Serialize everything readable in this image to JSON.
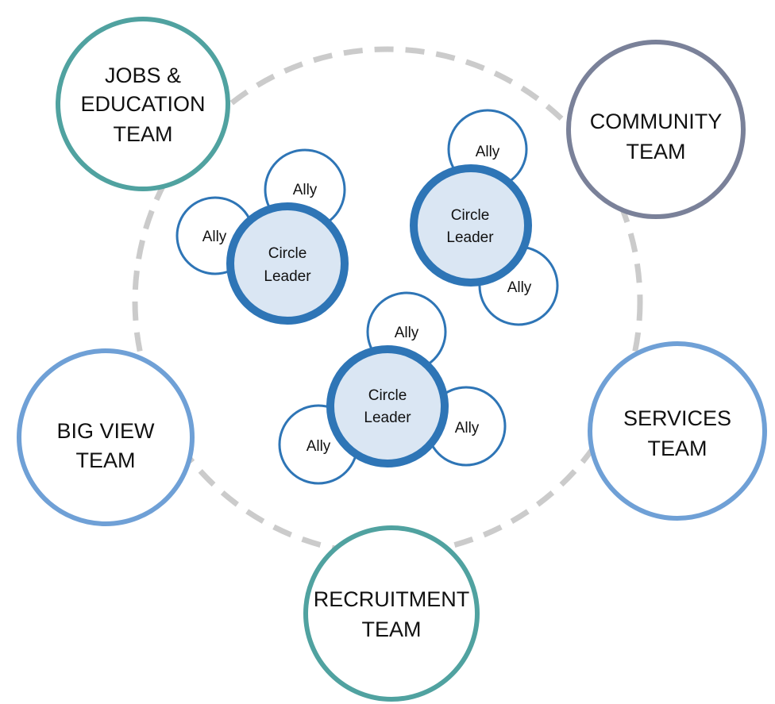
{
  "colors": {
    "dashed_ring": "#cbcbcb",
    "node_stroke": "#2e75b6",
    "leader_fill": "#dae6f3",
    "ally_fill": "#ffffff"
  },
  "teams": [
    {
      "id": "jobs",
      "lines": [
        "JOBS &",
        "EDUCATION",
        "TEAM"
      ],
      "color": "#50a2a0"
    },
    {
      "id": "community",
      "lines": [
        "COMMUNITY",
        "TEAM"
      ],
      "color": "#7a8199"
    },
    {
      "id": "big-view",
      "lines": [
        "BIG VIEW",
        "TEAM"
      ],
      "color": "#6fa0d6"
    },
    {
      "id": "services",
      "lines": [
        "SERVICES",
        "TEAM"
      ],
      "color": "#6fa0d6"
    },
    {
      "id": "recruitment",
      "lines": [
        "RECRUITMENT",
        "TEAM"
      ],
      "color": "#50a2a0"
    }
  ],
  "clusters": [
    {
      "id": "left",
      "leader": {
        "lines": [
          "Circle",
          "Leader"
        ]
      },
      "allies": [
        {
          "label": "Ally"
        },
        {
          "label": "Ally"
        }
      ]
    },
    {
      "id": "right",
      "leader": {
        "lines": [
          "Circle",
          "Leader"
        ]
      },
      "allies": [
        {
          "label": "Ally"
        },
        {
          "label": "Ally"
        }
      ]
    },
    {
      "id": "bottom",
      "leader": {
        "lines": [
          "Circle",
          "Leader"
        ]
      },
      "allies": [
        {
          "label": "Ally"
        },
        {
          "label": "Ally"
        },
        {
          "label": "Ally"
        }
      ]
    }
  ]
}
